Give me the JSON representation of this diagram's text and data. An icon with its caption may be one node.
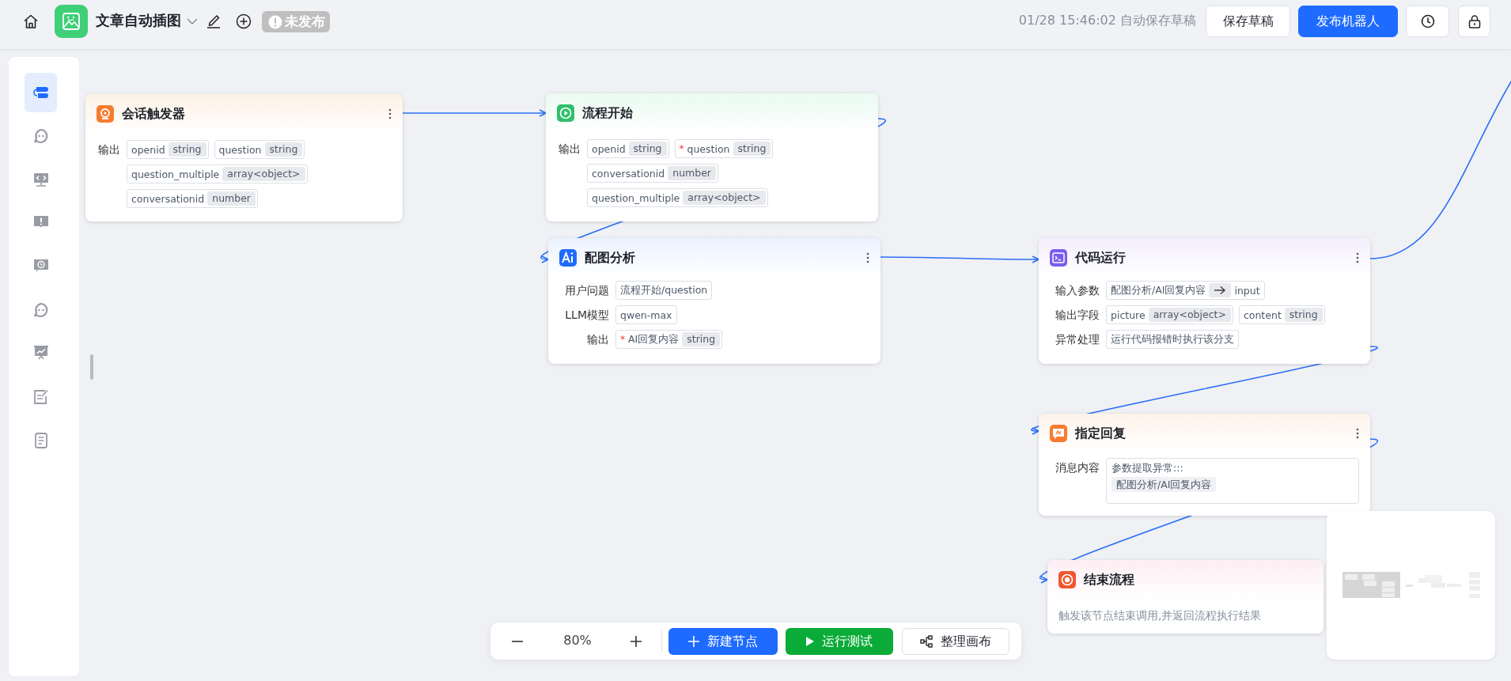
{
  "diagram": {
    "nodes": [
      {
        "text": [
          "会话触发器",
          "输出",
          "openid",
          "string",
          "question",
          "string",
          "question_multiple",
          "array<object>",
          "conversationid",
          "number"
        ]
      },
      {
        "text": [
          "流程开始",
          "输出",
          "openid",
          "string",
          "*",
          "question",
          "string",
          "conversationid",
          "number",
          "question_multiple",
          "array<object>"
        ]
      },
      {
        "text": [
          "配图分析",
          "用户问题",
          "流程开始/question",
          "LLM模型",
          "qwen-max",
          "输出",
          "*",
          "AI回复内容",
          "string"
        ]
      },
      {
        "text": [
          "代码运行",
          "输入参数",
          "配图分析/AI回复内容",
          "input",
          "输出字段",
          "picture",
          "array<object>",
          "content",
          "string",
          "异常处理",
          "运行代码报错时执行该分支"
        ]
      },
      {
        "text": [
          "指定回复",
          "消息内容",
          "参数提取异常:::",
          "配图分析/AI回复内容"
        ]
      },
      {
        "text": [
          "结束流程",
          "触发该节点结束调用,并返回流程执行结果"
        ]
      }
    ],
    "edges": [
      {
        "from": 0,
        "to": 1,
        "arrow": "to"
      },
      {
        "from": 1,
        "to": 2,
        "arrow": "to"
      },
      {
        "from": 2,
        "to": 3,
        "arrow": "to"
      },
      {
        "from": 3,
        "to": null,
        "arrow": "none"
      },
      {
        "from": 3,
        "to": 4,
        "arrow": "to"
      },
      {
        "from": 4,
        "to": 5,
        "arrow": "to"
      }
    ],
    "labels": [
      "文章自动插图",
      "未发布",
      "01/28 15:46:02 自动保存草稿",
      "保存草稿",
      "发布机器人",
      "80%",
      "新建节点",
      "运行测试",
      "整理画布"
    ]
  }
}
